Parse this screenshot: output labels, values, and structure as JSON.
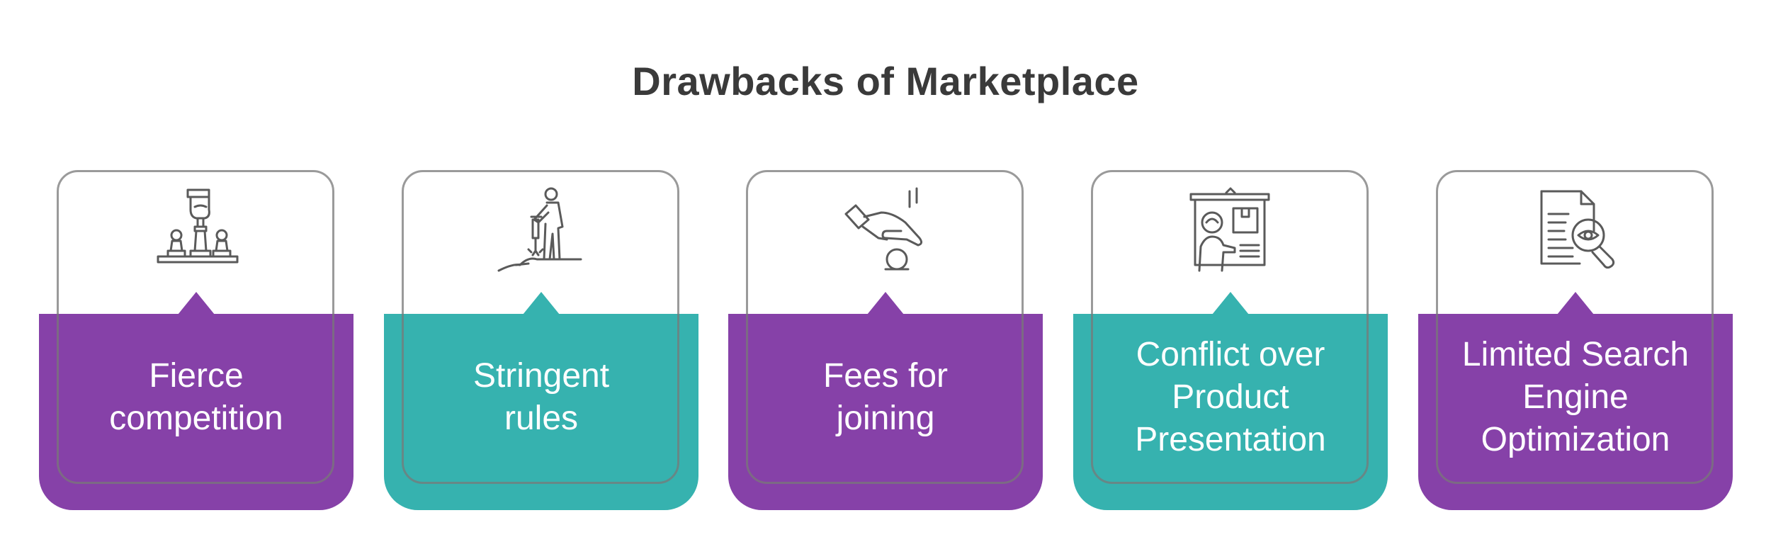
{
  "title": "Drawbacks of Marketplace",
  "colors": {
    "purple": "#8641a8",
    "teal": "#36b2af",
    "outline": "#7a7a7a",
    "icon": "#5a5a5a",
    "title": "#3a3a3a"
  },
  "cards": [
    {
      "label": "Fierce\ncompetition",
      "icon": "chess-strategy-icon",
      "color": "purple"
    },
    {
      "label": "Stringent\nrules",
      "icon": "worker-drilling-icon",
      "color": "teal"
    },
    {
      "label": "Fees for\njoining",
      "icon": "hand-coin-icon",
      "color": "purple"
    },
    {
      "label": "Conflict over\nProduct\nPresentation",
      "icon": "presentation-board-icon",
      "color": "teal"
    },
    {
      "label": "Limited Search\nEngine\nOptimization",
      "icon": "document-search-icon",
      "color": "purple"
    }
  ]
}
